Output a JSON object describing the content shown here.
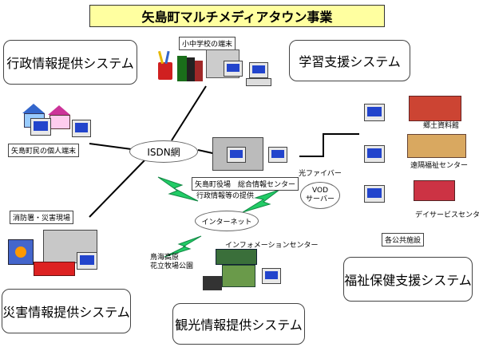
{
  "title": "矢島町マルチメディアタウン事業",
  "systems": {
    "gyousei": "行政情報提供システム",
    "gakushu": "学習支援システム",
    "saigai": "災害情報提供システム",
    "kanko": "観光情報提供システム",
    "fukushi": "福祉保健支援システム"
  },
  "networks": {
    "isdn": "ISDN網",
    "internet": "インターネット"
  },
  "nodes": {
    "school": "小中学校の端末",
    "residents": "矢島町民の個人端末",
    "fire": "消防署・災害現場",
    "center": "矢島町役場　総合情報センター",
    "center_sub": "行政情報等の提供",
    "fiber": "光ファイバー",
    "vod": "VOD\nサーバー",
    "info_center": "インフォメーションセンター",
    "chokai": "鳥海高原\n花立牧場公園",
    "public": "各公共施設",
    "kyodo": "郷土資料館",
    "enkaku": "遠隔福祉センター",
    "day": "デイサービスセンター"
  }
}
